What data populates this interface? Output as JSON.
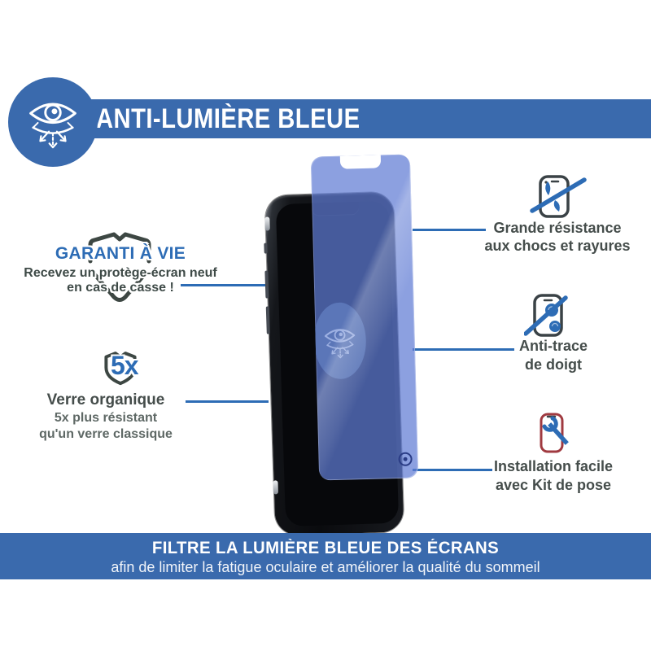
{
  "top_banner": {
    "title": "ANTI-LUMIÈRE BLEUE",
    "icon": "eye-blue-light-icon"
  },
  "warranty": {
    "icon": "shield-outline-icon",
    "title": "GARANTI À VIE",
    "line1": "Recevez un protège-écran neuf",
    "line2": "en cas de casse !"
  },
  "glass": {
    "icon": "shield-5x-icon",
    "badge": "5x",
    "title": "Verre organique",
    "line1": "5x plus résistant",
    "line2": "qu'un verre classique"
  },
  "features": [
    {
      "icon": "phone-scratch-slash-icon",
      "line1": "Grande résistance",
      "line2": "aux chocs et rayures"
    },
    {
      "icon": "phone-fingerprint-slash-icon",
      "line1": "Anti-trace",
      "line2": "de doigt"
    },
    {
      "icon": "phone-wrench-icon",
      "line1": "Installation facile",
      "line2": "avec Kit de pose"
    }
  ],
  "bottom_banner": {
    "title": "FILTRE LA LUMIÈRE BLEUE DES ÉCRANS",
    "subtitle": "afin de limiter la fatigue oculaire et améliorer la qualité du sommeil"
  },
  "colors": {
    "banner_blue": "#3a6aad",
    "accent_blue": "#2d6cb5",
    "text_dark": "#454d4b",
    "text_gray": "#5e6865",
    "protector_periwinkle": "#8c9fe0",
    "screen_tint": "#4a5981",
    "wrench_phone_red": "#a03a40"
  }
}
